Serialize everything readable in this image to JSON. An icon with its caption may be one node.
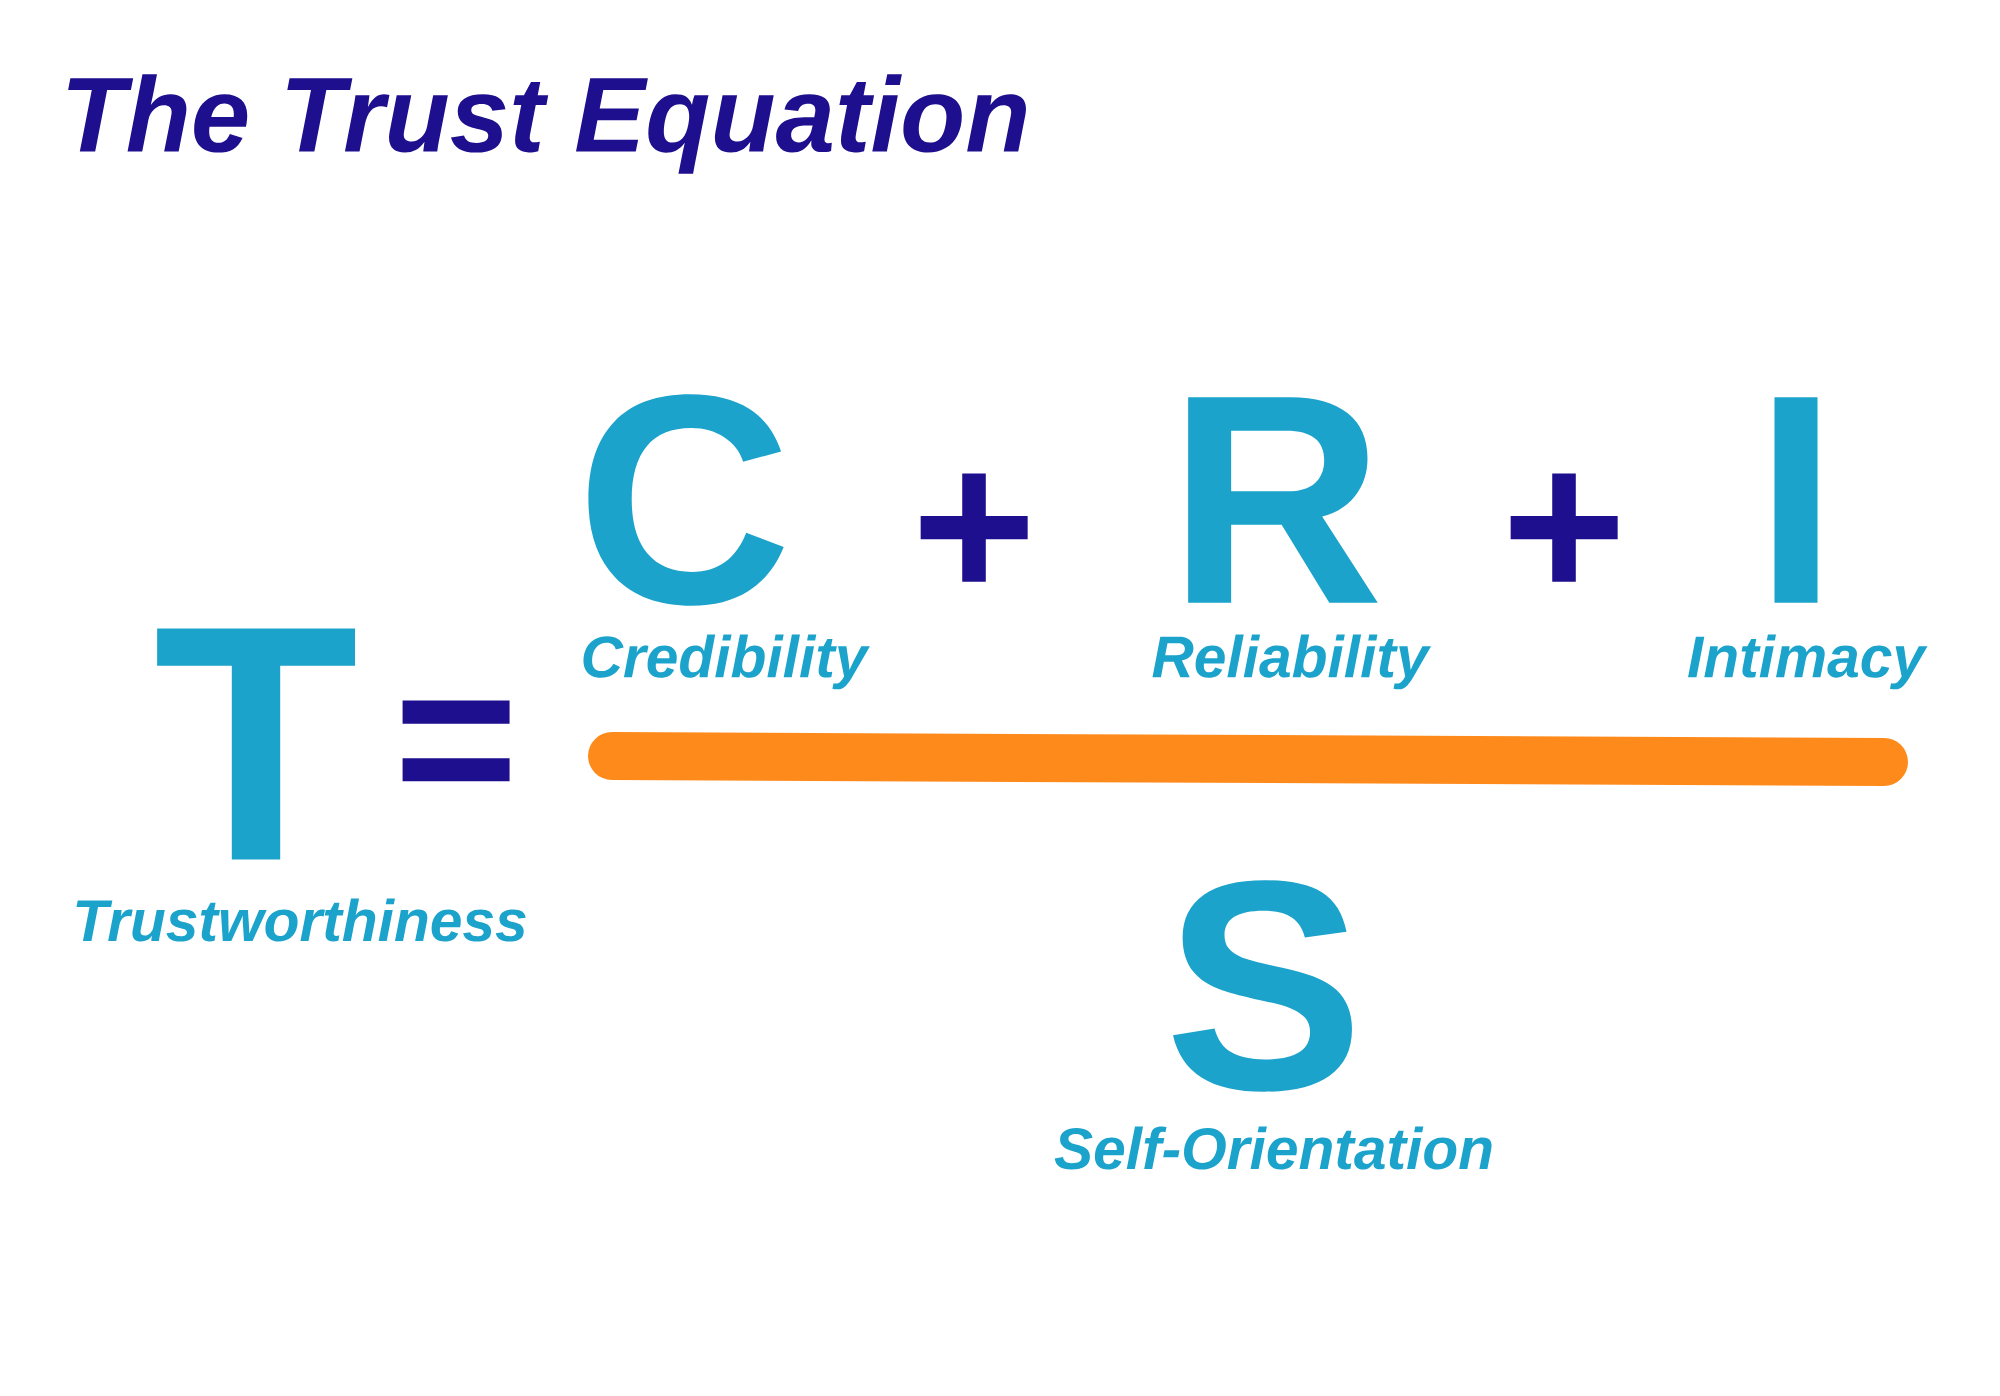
{
  "diagram": {
    "title": "The Trust Equation",
    "labels": [
      "C",
      "+",
      "R",
      "+",
      "I",
      "Credibility",
      "Reliability",
      "Intimacy",
      "T",
      "=",
      "Trustworthiness",
      "S",
      "Self-Orientation"
    ]
  }
}
